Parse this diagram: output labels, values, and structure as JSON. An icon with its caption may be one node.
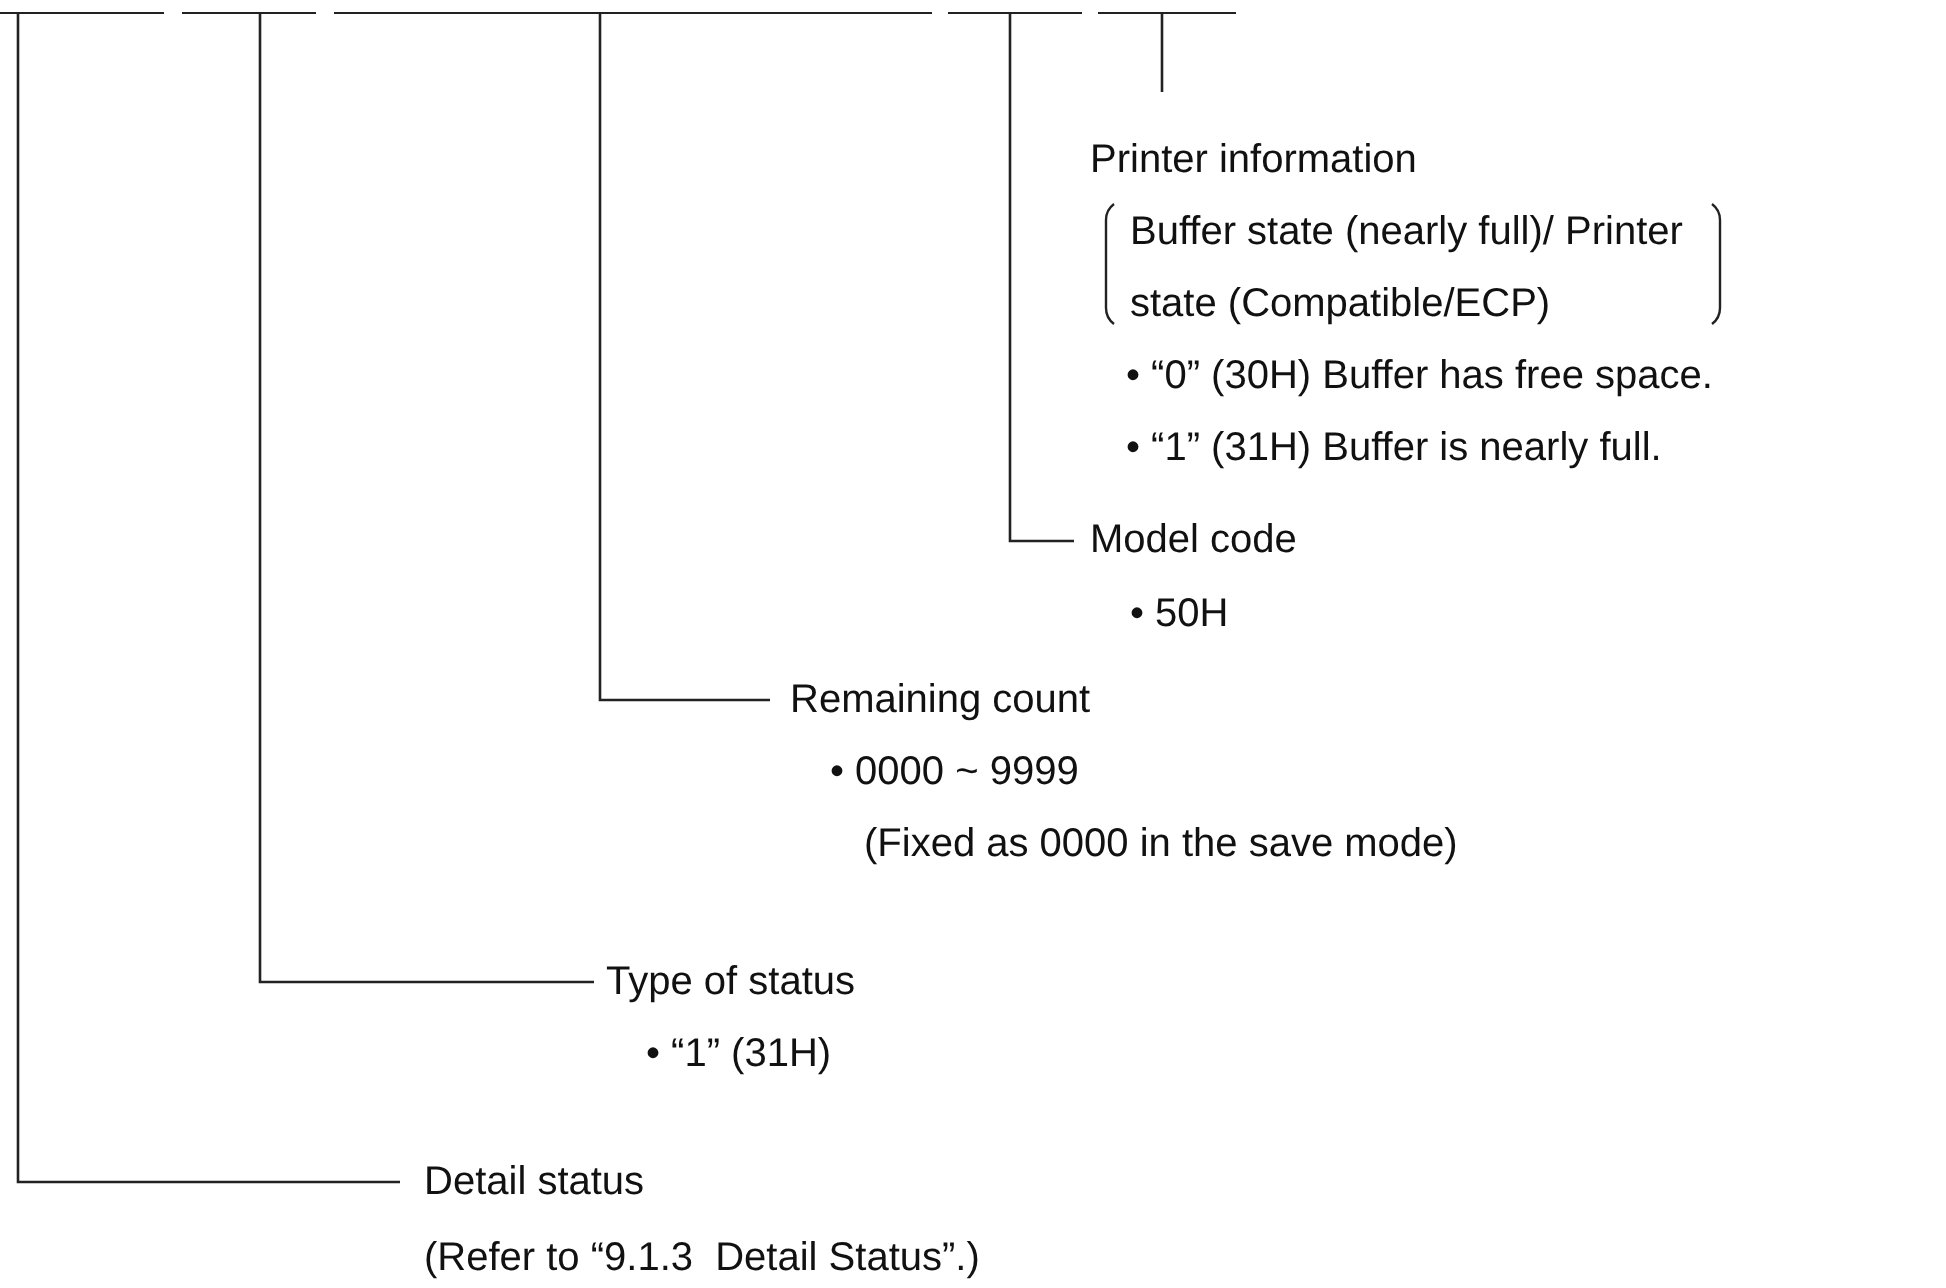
{
  "diagram": {
    "nodes": [
      {
        "text": [],
        "shape": "bar"
      },
      {
        "text": [],
        "shape": "bar"
      },
      {
        "text": [],
        "shape": "bar"
      },
      {
        "text": [],
        "shape": "bar"
      },
      {
        "text": [],
        "shape": "bar"
      },
      {
        "text": [
          "Printer information",
          "Buffer state (nearly full)/ Printer state (Compatible/ECP)",
          "• “0” (30H) Buffer has free space.",
          "• “1” (31H) Buffer is nearly full."
        ]
      },
      {
        "text": [
          "Model code",
          "• 50H"
        ]
      },
      {
        "text": [
          "Remaining count",
          "• 0000 ~ 9999",
          "(Fixed as 0000 in the save mode)"
        ]
      },
      {
        "text": [
          "Type of status",
          "• “1” (31H)"
        ]
      },
      {
        "text": [
          "Detail status",
          "(Refer to “9.1.3  Detail Status”.)"
        ]
      }
    ],
    "edges": [
      {
        "from": 5,
        "to": 4,
        "arrow": "none"
      },
      {
        "from": 6,
        "to": 3,
        "arrow": "none"
      },
      {
        "from": 7,
        "to": 2,
        "arrow": "none"
      },
      {
        "from": 8,
        "to": 1,
        "arrow": "none"
      },
      {
        "from": 9,
        "to": 0,
        "arrow": "none"
      }
    ]
  }
}
